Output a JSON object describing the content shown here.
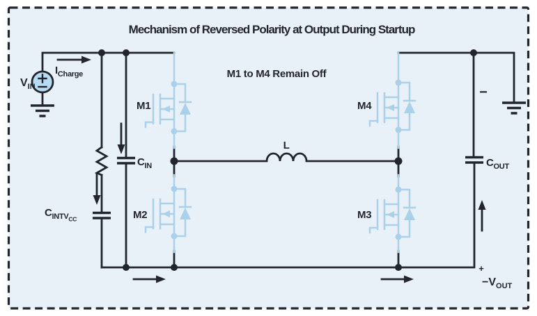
{
  "diagram": {
    "title": "Mechanism of Reversed Polarity at Output During Startup",
    "subtitle": "M1 to M4 Remain Off",
    "colors": {
      "background": "#e9f1f8",
      "outer_background": "#ffffff",
      "line": "#22252d",
      "component": "#abd0e9",
      "source_fill": "#b7dcf2"
    },
    "labels": {
      "vin_base": "V",
      "vin_sub": "IN",
      "icharge_base": "I",
      "icharge_sub": "Charge",
      "m1": "M1",
      "m2": "M2",
      "m3": "M3",
      "m4": "M4",
      "cin_base": "C",
      "cin_sub": "IN",
      "cintvcc_base": "C",
      "cintvcc_sub": "INTV",
      "cintvcc_subsub": "CC",
      "cout_base": "C",
      "cout_sub": "OUT",
      "inductor": "L",
      "output_minus": "−",
      "output_plus": "+",
      "vout_base": "−V",
      "vout_sub": "OUT"
    }
  }
}
